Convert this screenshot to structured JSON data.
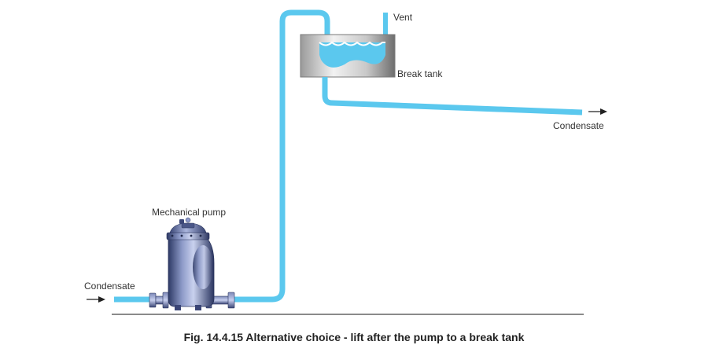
{
  "labels": {
    "vent": "Vent",
    "break_tank": "Break tank",
    "condensate_out": "Condensate",
    "mechanical_pump": "Mechanical pump",
    "condensate_in": "Condensate"
  },
  "caption": "Fig. 14.4.15 Alternative choice - lift after the pump to a break tank",
  "colors": {
    "pipe": "#5bc8ee",
    "water": "#5bc8ee",
    "ground": "#444444",
    "pump_body": "#4a5a8c",
    "arrow": "#222222"
  },
  "icons": {
    "flow_in": "arrow-right-icon",
    "flow_out": "arrow-right-icon"
  }
}
